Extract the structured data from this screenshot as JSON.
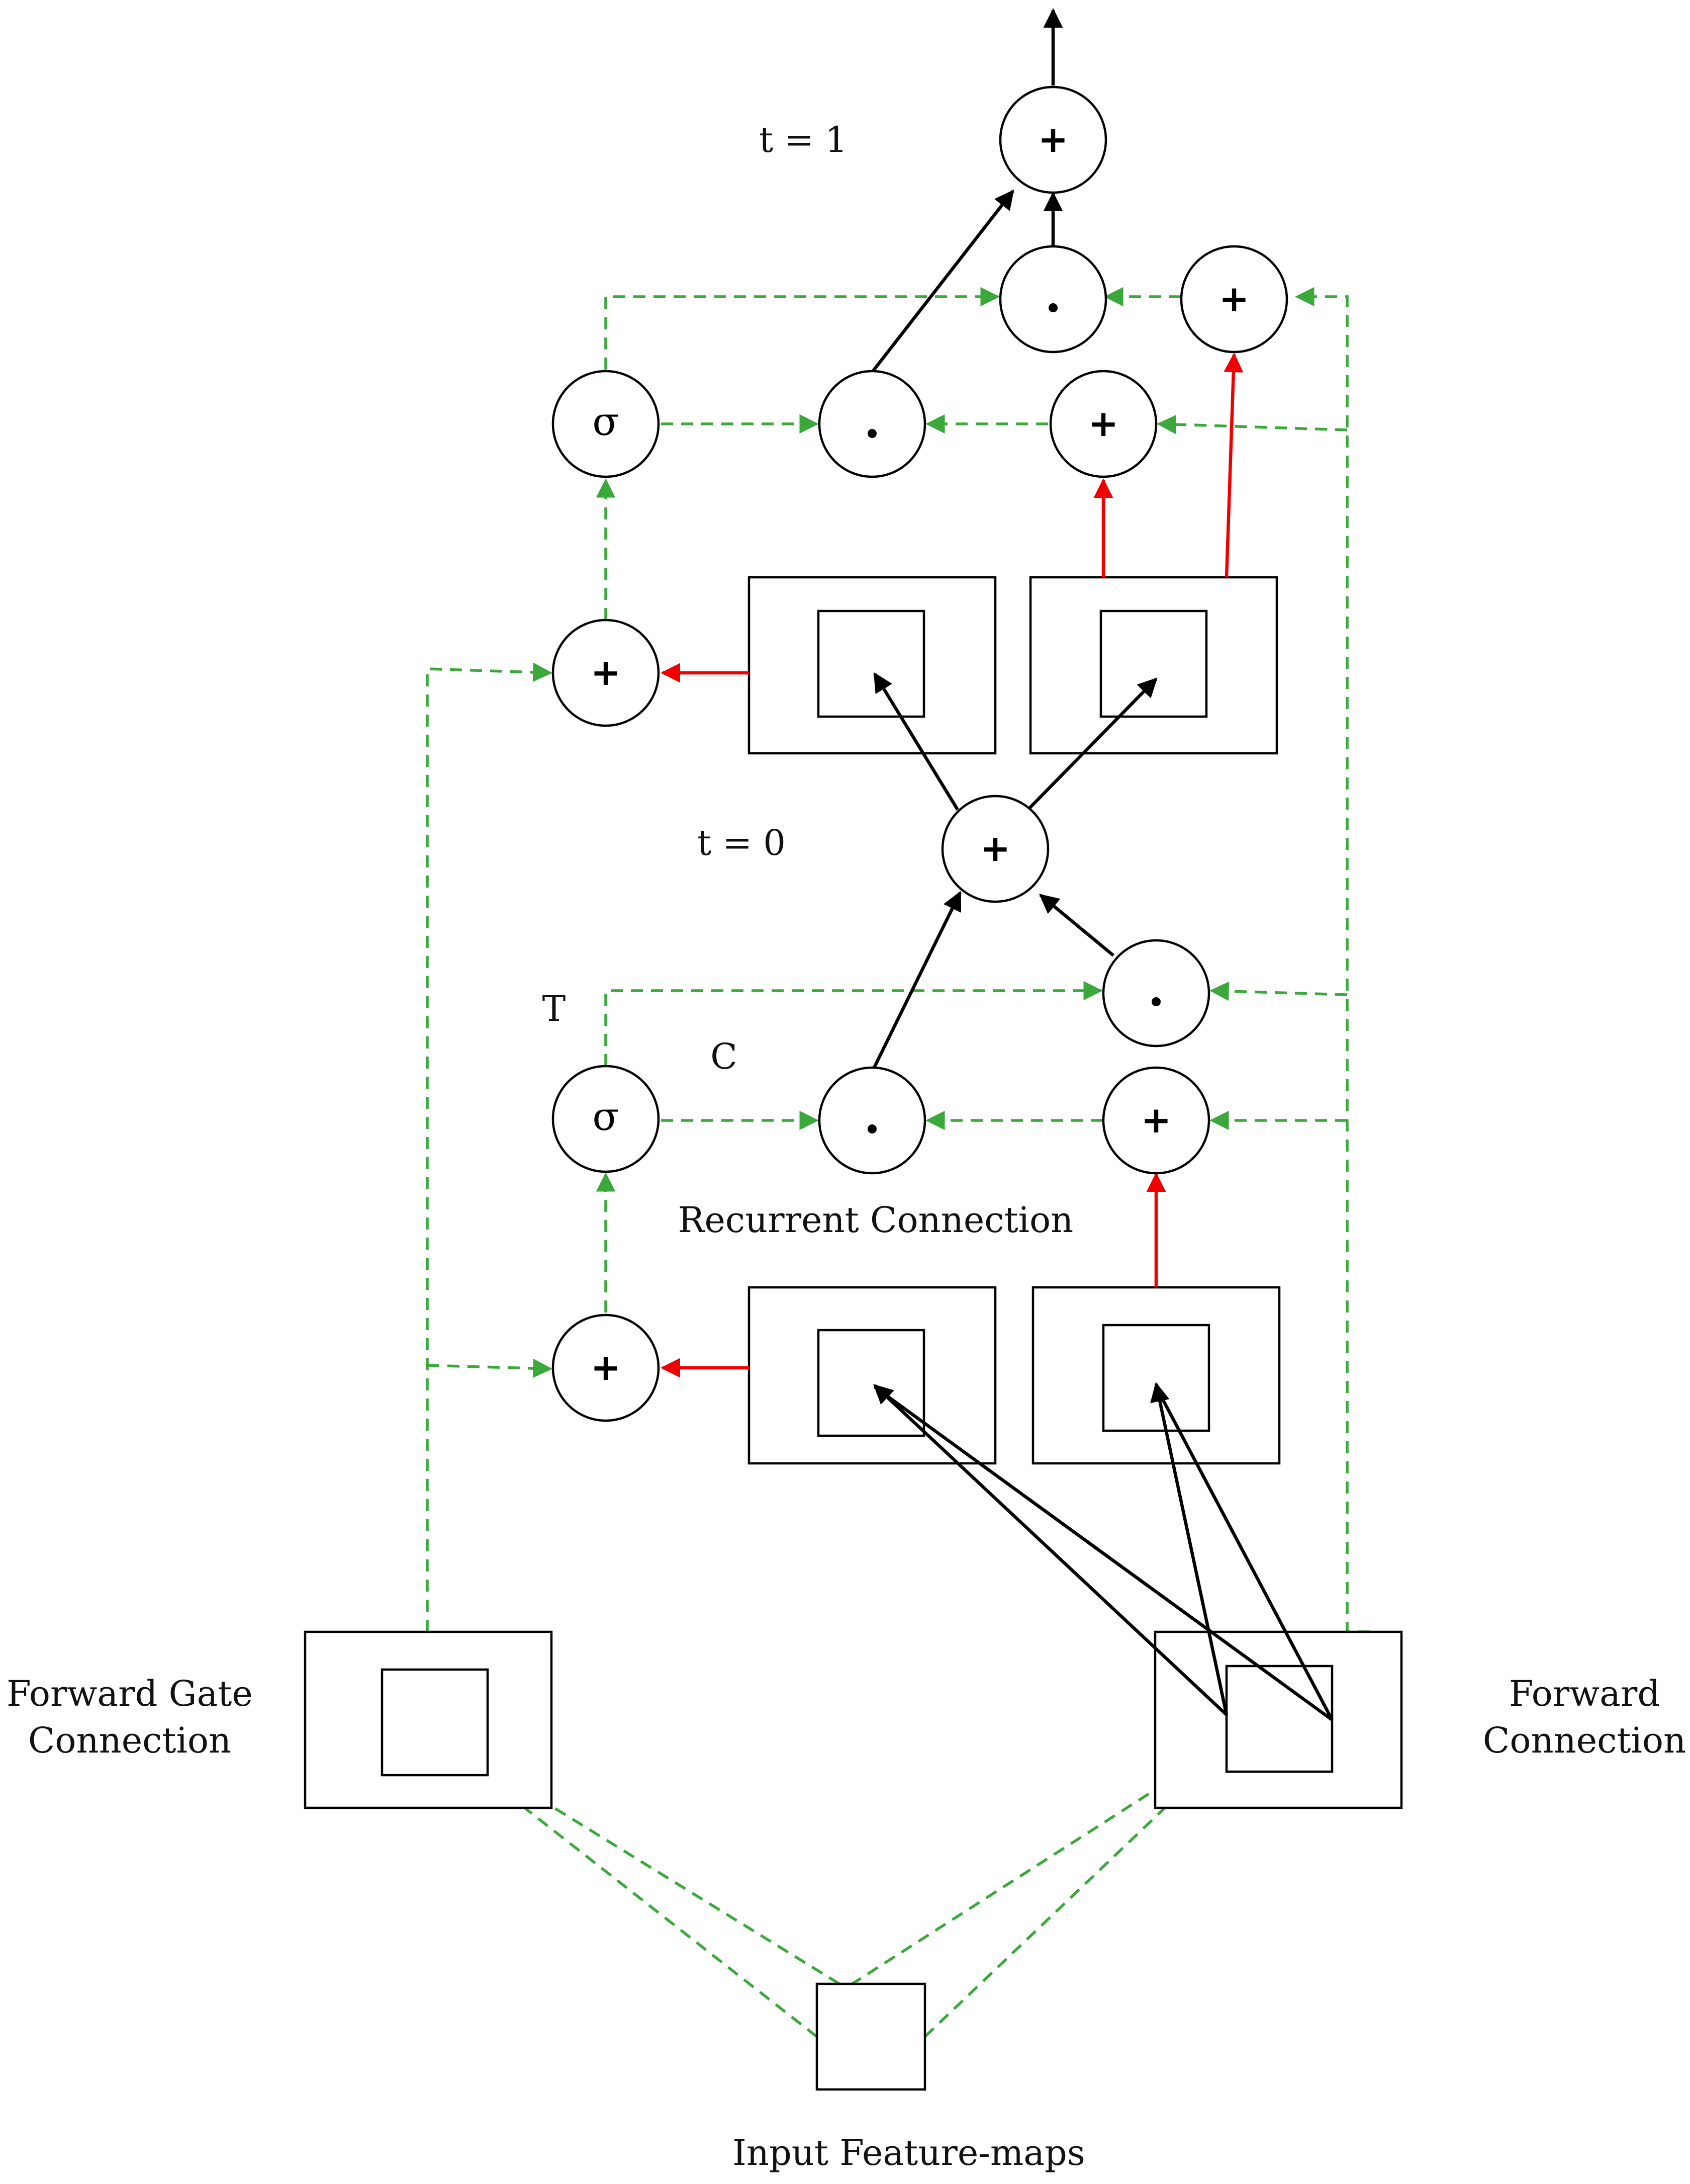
{
  "labels": {
    "t1": "t = 1",
    "t0": "t = 0",
    "T": "T",
    "C": "C",
    "recurrent": "Recurrent Connection",
    "forward_gate_line1": "Forward Gate",
    "forward_gate_line2": "Connection",
    "forward_line1": "Forward",
    "forward_line2": "Connection",
    "input": "Input Feature-maps"
  },
  "symbols": {
    "plus": "+",
    "dot": "•",
    "sigma": "σ"
  },
  "colors": {
    "forward_arrows": "#000000",
    "recurrent_arrows": "#e00000",
    "gate_arrows": "#3aa83a"
  }
}
